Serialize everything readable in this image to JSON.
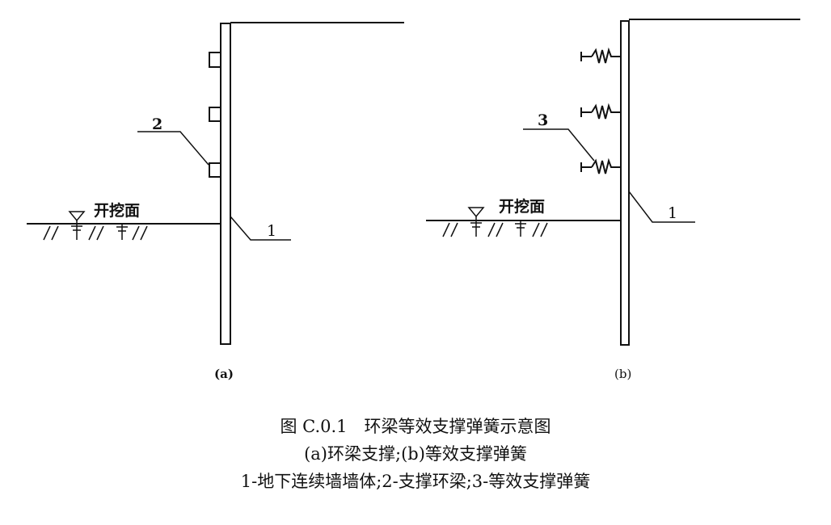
{
  "figure": {
    "panel_a": {
      "label": "(a)",
      "callout_support": "2",
      "callout_wall": "1",
      "excavation_label": "开挖面"
    },
    "panel_b": {
      "label": "(b)",
      "callout_spring": "3",
      "callout_wall": "1",
      "excavation_label": "开挖面"
    },
    "caption": {
      "title": "图 C.0.1　环梁等效支撑弹簧示意图",
      "subtitle": "(a)环梁支撑;(b)等效支撑弹簧",
      "legend": "1-地下连续墙墙体;2-支撑环梁;3-等效支撑弹簧"
    },
    "colors": {
      "ink": "#111111",
      "background": "#ffffff"
    }
  }
}
